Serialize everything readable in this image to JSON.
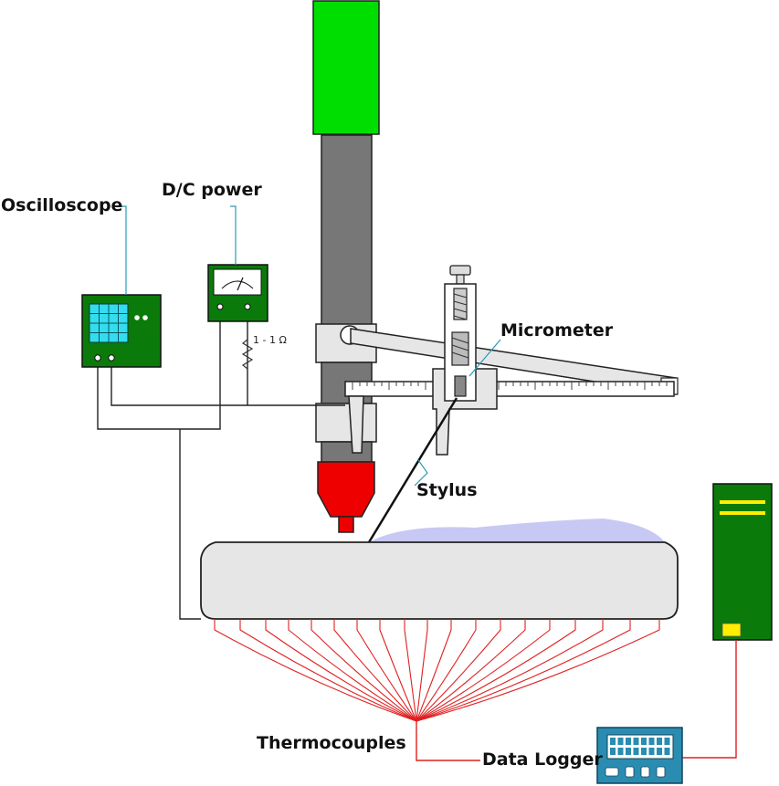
{
  "labels": {
    "oscilloscope": "Oscilloscope",
    "dc_power": "D/C power",
    "micrometer": "Micrometer",
    "stylus": "Stylus",
    "thermocouples": "Thermocouples",
    "data_logger": "Data Logger",
    "resistor": "1 - 1 Ω"
  },
  "colors": {
    "column_top": "#00dd00",
    "column_body": "#777777",
    "nozzle": "#ee0000",
    "instrument_green": "#0a7a0a",
    "screen_cyan": "#33ddee",
    "data_logger_body": "#2a8cb0",
    "plate_fill": "#e6e6e6",
    "bead_fill": "#c8c8f4",
    "thermocouple_wire": "#e02020",
    "label_leader": "#2a9ab8"
  }
}
